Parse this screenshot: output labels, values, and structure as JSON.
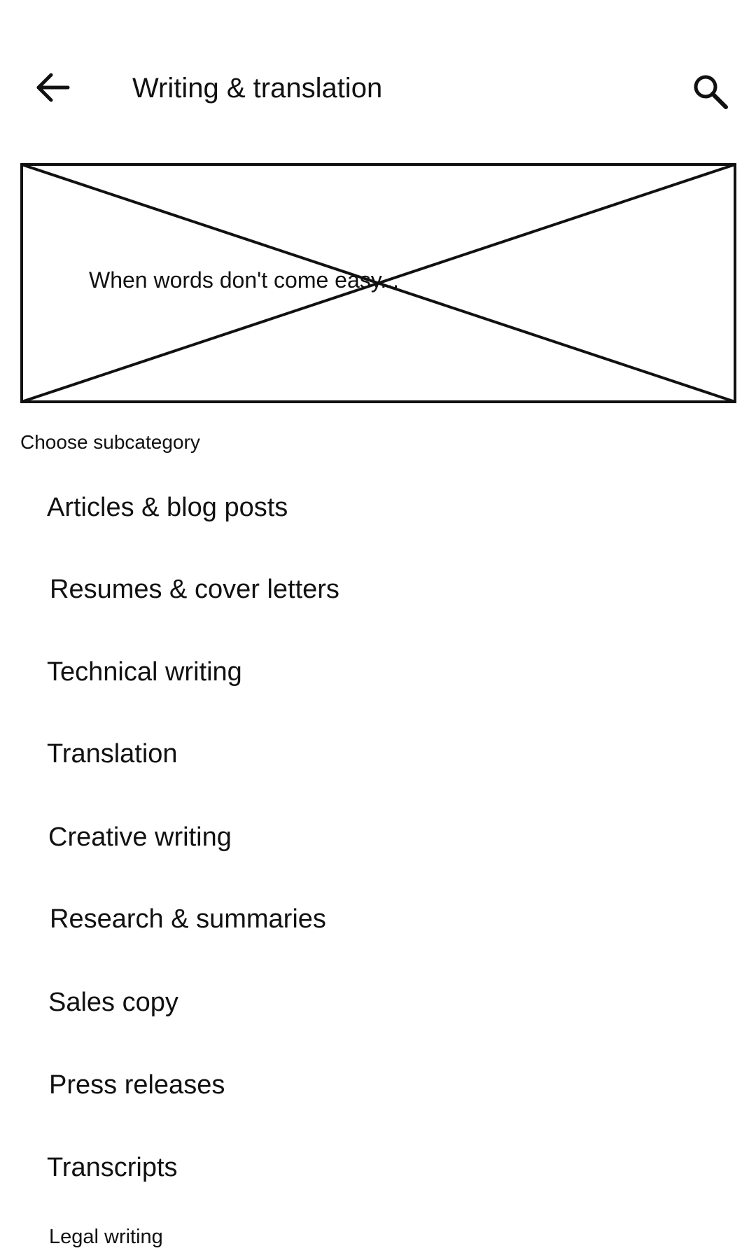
{
  "header": {
    "title": "Writing & translation",
    "back_icon": "arrow-back-icon",
    "search_icon": "search-icon"
  },
  "banner": {
    "text": "When words don't come easy...",
    "image": "image-placeholder"
  },
  "subcategories": {
    "label": "Choose subcategory",
    "items": [
      {
        "label": "Articles & blog posts"
      },
      {
        "label": "Resumes & cover letters"
      },
      {
        "label": "Technical writing"
      },
      {
        "label": "Translation"
      },
      {
        "label": "Creative writing"
      },
      {
        "label": "Research & summaries"
      },
      {
        "label": "Sales copy"
      },
      {
        "label": "Press releases"
      },
      {
        "label": "Transcripts"
      },
      {
        "label": "Legal writing"
      }
    ]
  }
}
